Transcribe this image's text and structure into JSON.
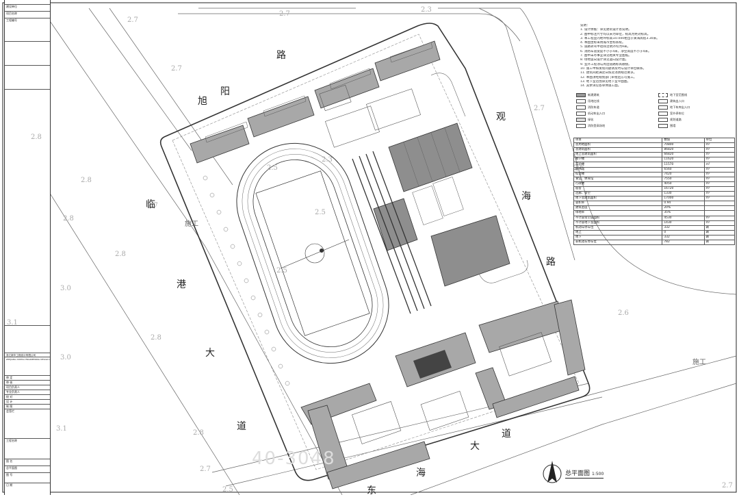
{
  "titleblock": {
    "rows": [
      "建设单位",
      "项目名称",
      "工程编号",
      "审 定",
      "审 核",
      "项目负责人",
      "专业负责人",
      "校 对",
      "设 计",
      "制 图",
      "会签栏",
      "工程名称",
      "图 名",
      "图 号",
      "日 期"
    ],
    "company": "浙江新华工程设计有限公司",
    "company_en": "ZHEJIANG XINHUA ENGINEERING DESIGN CO., LTD",
    "drawing_title": "总平面图"
  },
  "elevations": [
    "2.7",
    "2.7",
    "2.3",
    "2.7",
    "2.8",
    "2.8",
    "2.7",
    "2.6",
    "2.8",
    "2.5",
    "2.3",
    "2.8",
    "2.5",
    "2.7",
    "3.0",
    "2.5",
    "2.8",
    "3.1",
    "3.0",
    "2.3",
    "2.6",
    "3.1",
    "2.8",
    "2.7",
    "2.5",
    "2.7"
  ],
  "roads": {
    "top_road": [
      "旭",
      "阳",
      "路"
    ],
    "left_road": [
      "临",
      "港",
      "大",
      "道"
    ],
    "right_road": [
      "观",
      "海",
      "路"
    ],
    "bottom_road": [
      "东",
      "海",
      "大",
      "道"
    ]
  },
  "construction_labels": [
    "施工",
    "施工"
  ],
  "watermark": "40-3048",
  "plan_title": "总平面图",
  "plan_scale": "1:500",
  "notes": {
    "heading": "说明：",
    "lines": [
      "1. 设计依据：详见建筑设计总说明。",
      "2. 图中标注尺寸均以米为单位，标高为绝对标高。",
      "3. 本工程室内地坪标高±0.000相当于黄海高程3.30米。",
      "4. 本图坐标采用城市坐标系统。",
      "5. 道路转弯半径除注明外均为9米。",
      "6. 消防车道宽度不小于4米，净空高度不小于4米。",
      "7. 图中未尽事宜详见相关专业图纸。",
      "8. 场地竖向设计详见竖向设计图。",
      "9. 室外工程须与周边道路标高顺接。",
      "10. 施工中如发现问题请及时与设计单位联系。",
      "11. 建筑间距满足日照及消防规范要求。",
      "12. 本图须经规划部门审批后方可施工。",
      "13. 地下室范围详见地下室平面图。",
      "14. 其余详见各单体施工图。"
    ]
  },
  "legend": {
    "items": [
      "新建建筑",
      "地下室范围线",
      "用地红线",
      "建筑出入口",
      "消防车道",
      "地下车库出入口",
      "机动车出入口",
      "室外停车位",
      "绿化",
      "规划道路",
      "消防登高场地",
      "围墙"
    ]
  },
  "stats": {
    "header": [
      "项目",
      "数值",
      "单位"
    ],
    "rows": [
      [
        "总用地面积",
        "70800",
        "m²"
      ],
      [
        "总建筑面积",
        "86820",
        "m²"
      ],
      [
        "地上总建筑面积",
        "66820",
        "m²"
      ],
      [
        "教学楼",
        "11620",
        "m²"
      ],
      [
        "实验楼",
        "11570",
        "m²"
      ],
      [
        "图书馆",
        "6560",
        "m²"
      ],
      [
        "综合楼",
        "7420",
        "m²"
      ],
      [
        "食堂、体育馆",
        "7550",
        "m²"
      ],
      [
        "行政楼",
        "4050",
        "m²"
      ],
      [
        "宿舍",
        "16720",
        "m²"
      ],
      [
        "连廊、架空",
        "1330",
        "m²"
      ],
      [
        "地下总建筑面积",
        "17000",
        "m²"
      ],
      [
        "容积率",
        "0.94",
        ""
      ],
      [
        "建筑密度",
        "20%",
        ""
      ],
      [
        "绿地率",
        "35%",
        ""
      ],
      [
        "不计容架空层面积",
        "4530",
        "m²"
      ],
      [
        "不计容地下室面积",
        "1430",
        "m²"
      ],
      [
        "机动车停车位",
        "332",
        "辆"
      ],
      [
        "地上",
        "0",
        "辆"
      ],
      [
        "地下",
        "332",
        "辆"
      ],
      [
        "非机动车停车位",
        "782",
        "辆"
      ]
    ]
  }
}
